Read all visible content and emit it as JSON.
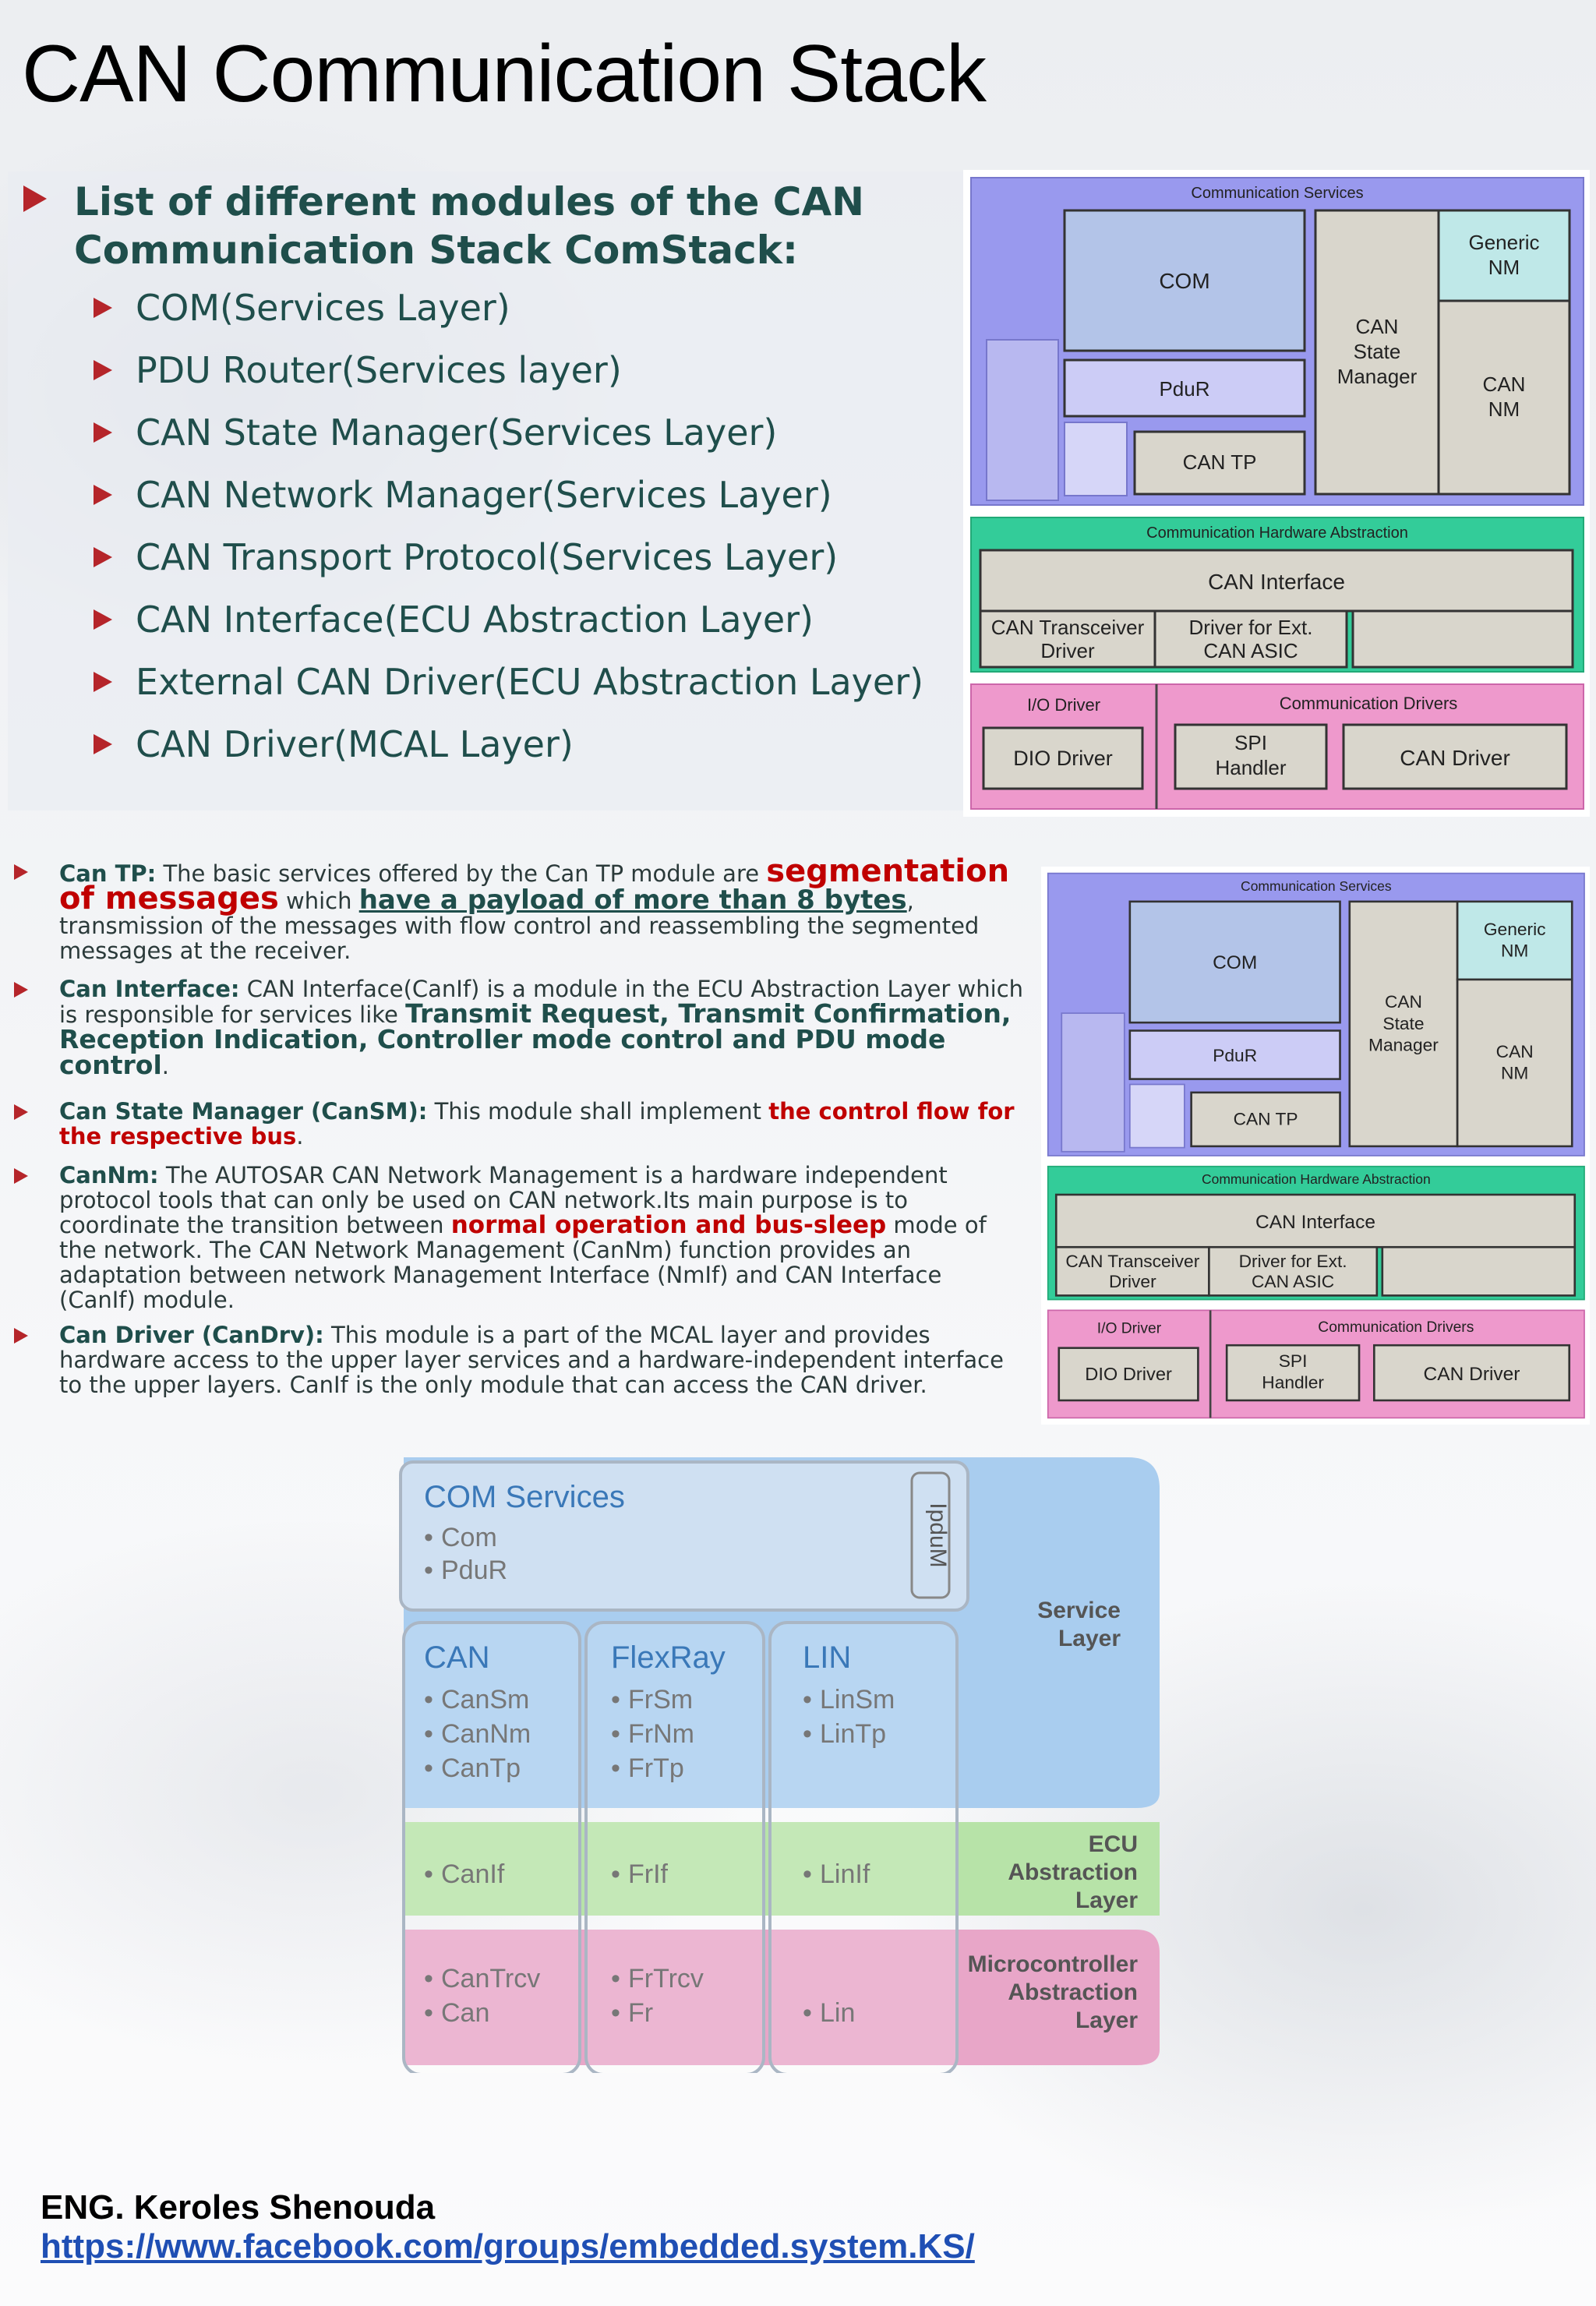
{
  "page": {
    "title": "CAN Communication Stack"
  },
  "modules_list": {
    "heading_line1": "List of different modules of the CAN",
    "heading_line2": "Communication Stack ComStack:",
    "items": [
      "COM(Services Layer)",
      "PDU Router(Services layer)",
      "CAN State Manager(Services Layer)",
      "CAN Network Manager(Services Layer)",
      "CAN Transport Protocol(Services Layer)",
      "CAN Interface(ECU Abstraction Layer)",
      "External CAN Driver(ECU Abstraction Layer)",
      "CAN Driver(MCAL Layer)"
    ]
  },
  "descriptions": {
    "cantp": {
      "label": "Can TP:",
      "t1": "The basic services offered by the Can TP module are",
      "hl1": "segmentation of messages",
      "t2": "which",
      "hl2": "have a payload of more than 8 bytes",
      "t3": ", transmission of the messages with flow control and reassembling the segmented messages at the receiver."
    },
    "canif": {
      "label": "Can Interface:",
      "t1": "CAN Interface(CanIf) is a module in the ECU Abstraction Layer which is responsible for services like",
      "hl1": "Transmit Request, Transmit Confirmation, Reception Indication, Controller mode control and PDU mode control",
      "t2": "."
    },
    "cansm": {
      "label": "Can State Manager (CanSM):",
      "t1": "This module shall implement",
      "hl1": "the control flow for the respective bus",
      "t2": "."
    },
    "cannm": {
      "label": "CanNm:",
      "t1": "The AUTOSAR CAN Network Management is a hardware independent protocol tools that can only be used on CAN network.Its main purpose is to coordinate the transition between",
      "hl1": "normal operation and bus-sleep",
      "t2": "mode of the network. The CAN Network Management (CanNm) function provides an adaptation between network Management Interface (NmIf) and CAN Interface (CanIf) module."
    },
    "candrv": {
      "label": "Can Driver (CanDrv):",
      "t1": "This module is a part of the MCAL layer and provides hardware access to the upper layer services and a hardware-independent interface to the upper layers. CanIf is the only module that can access the CAN driver."
    }
  },
  "stack_diagram": {
    "communication_services": "Communication Services",
    "com": "COM",
    "pdur": "PduR",
    "cantp": "CAN TP",
    "can_state_manager": [
      "CAN",
      "State",
      "Manager"
    ],
    "generic_nm": [
      "Generic",
      "NM"
    ],
    "can_nm": [
      "CAN",
      "NM"
    ],
    "hw_abstraction": "Communication Hardware Abstraction",
    "can_interface": "CAN Interface",
    "can_transceiver_driver": [
      "CAN Transceiver",
      "Driver"
    ],
    "driver_ext_can_asic": [
      "Driver for Ext.",
      "CAN ASIC"
    ],
    "io_driver": "I/O Driver",
    "communication_drivers": "Communication Drivers",
    "dio_driver": "DIO Driver",
    "spi_handler": [
      "SPI",
      "Handler"
    ],
    "can_driver": "CAN Driver",
    "colors": {
      "services": "#9999ee",
      "hwabs": "#33cc99",
      "drivers": "#ee99cc",
      "box": "#d9d6cc"
    }
  },
  "layer_diagram": {
    "com_services": "COM Services",
    "com_items": [
      "Com",
      "PduR"
    ],
    "ipdum": "IpduM",
    "can": "CAN",
    "can_items": [
      "CanSm",
      "CanNm",
      "CanTp"
    ],
    "flexray": "FlexRay",
    "flexray_items": [
      "FrSm",
      "FrNm",
      "FrTp"
    ],
    "lin": "LIN",
    "lin_items": [
      "LinSm",
      "LinTp"
    ],
    "canif": "CanIf",
    "frif": "FrIf",
    "linif": "LinIf",
    "can_mcal": [
      "CanTrcv",
      "Can"
    ],
    "fr_mcal": [
      "FrTrcv",
      "Fr"
    ],
    "lin_mcal": "Lin",
    "service_layer": [
      "Service",
      "Layer"
    ],
    "ecu_abstraction_layer": [
      "ECU",
      "Abstraction",
      "Layer"
    ],
    "mcal_layer": [
      "Microcontroller",
      "Abstraction",
      "Layer"
    ],
    "colors": {
      "service": "#a9cdef",
      "ecu": "#b7e3a8",
      "mcal": "#e8a6c8",
      "title": "#3a78b8"
    }
  },
  "footer": {
    "author": "ENG. Keroles Shenouda",
    "link": "https://www.facebook.com/groups/embedded.system.KS/"
  }
}
